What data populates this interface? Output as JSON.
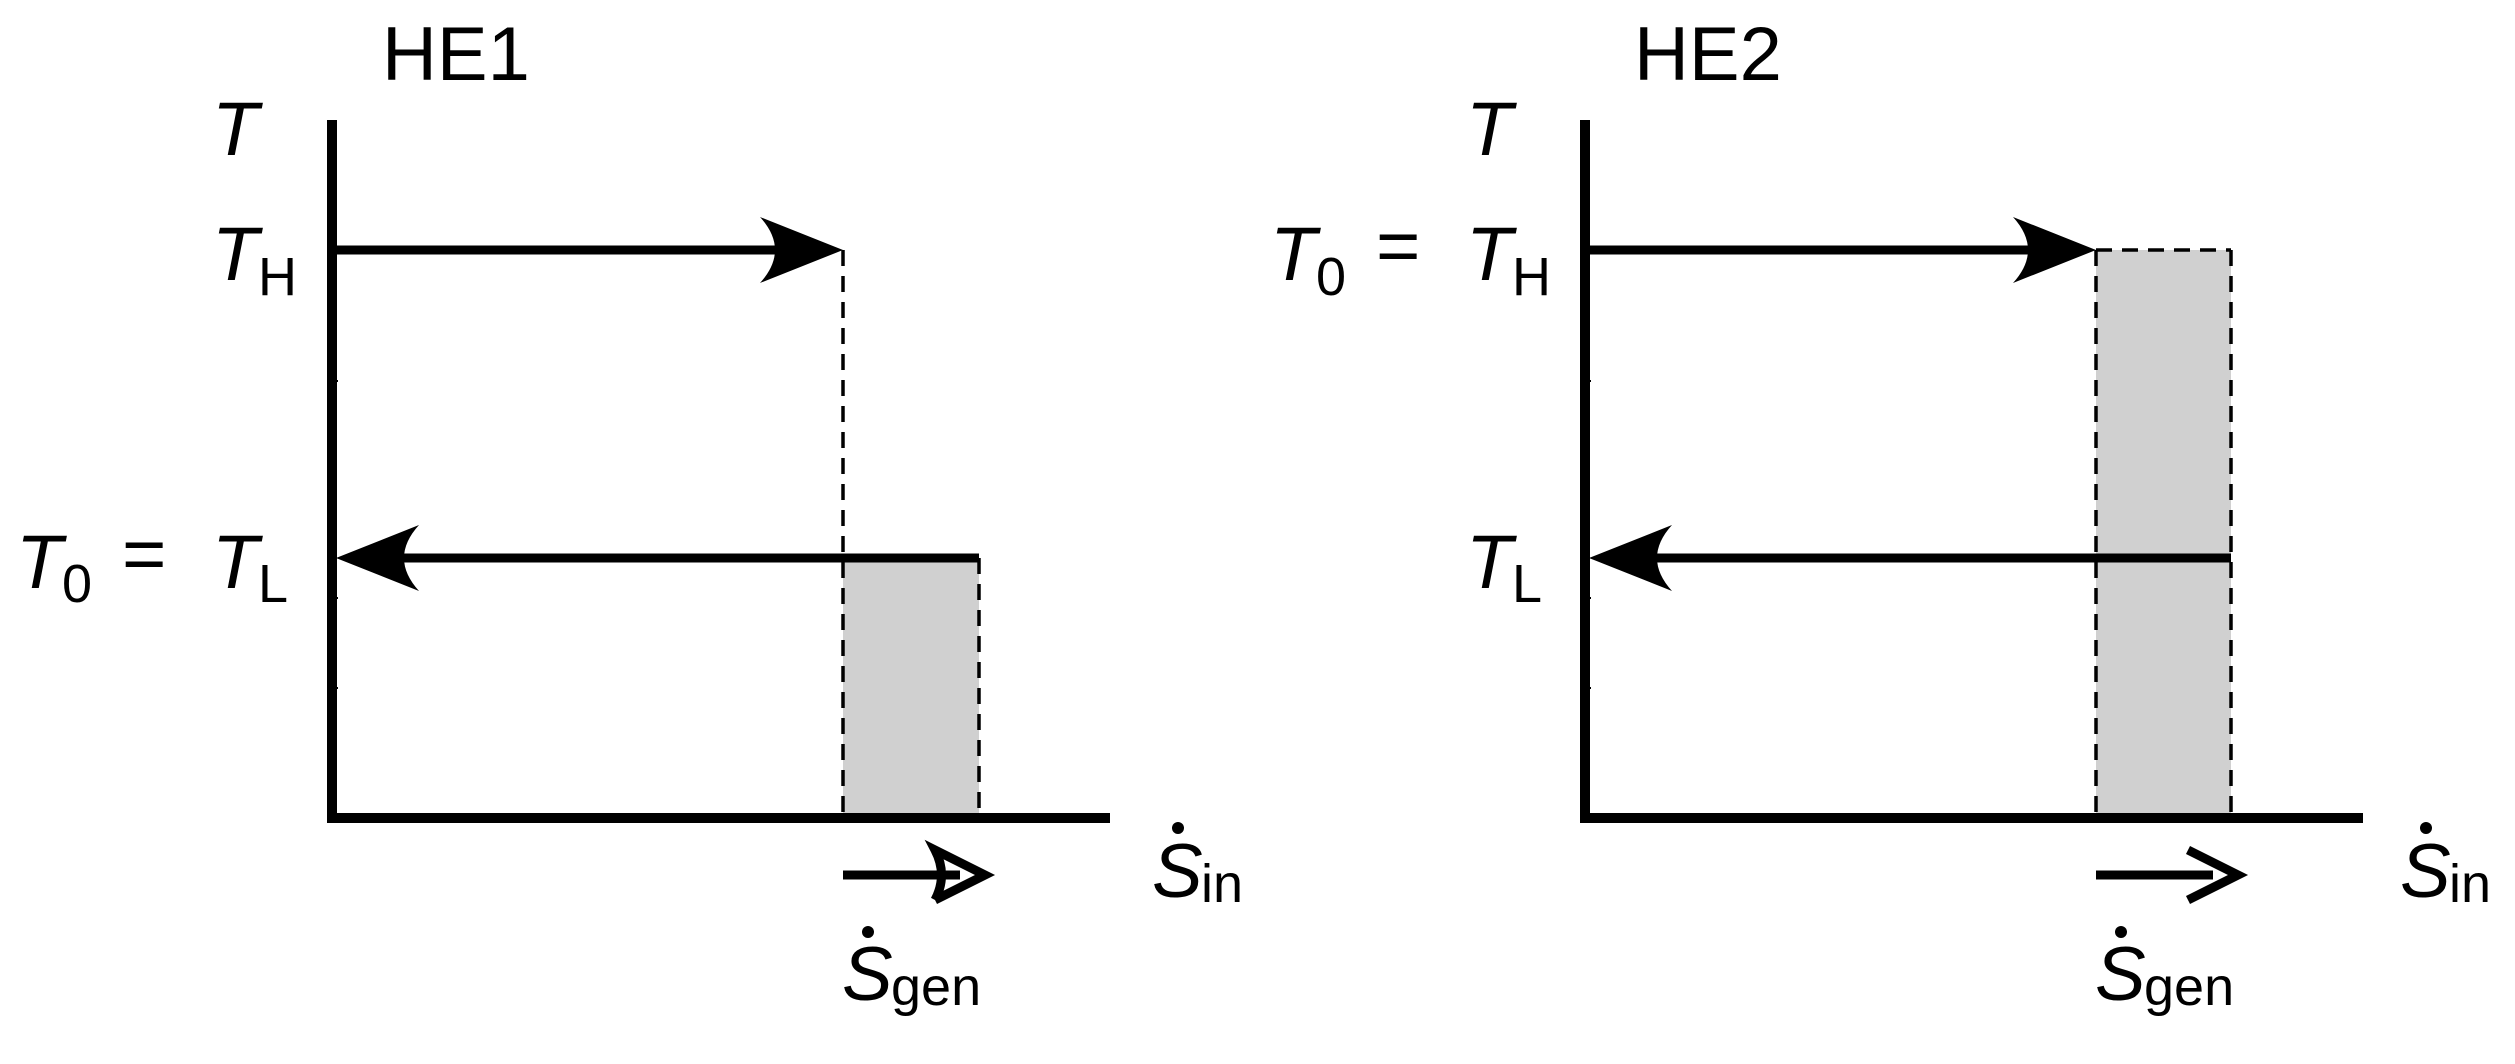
{
  "colors": {
    "line": "#000000",
    "shade": "#d0d0d0",
    "background": "#ffffff"
  },
  "panels": [
    {
      "title": "HE1",
      "y_axis_symbol": "T",
      "x_axis_symbol": "S",
      "x_axis_subscript": "in",
      "gen_symbol": "S",
      "gen_subscript": "gen",
      "upper_label": {
        "prefix_symbol": "",
        "prefix_subscript": "",
        "equals": "",
        "symbol": "T",
        "subscript": "H"
      },
      "lower_label": {
        "prefix_symbol": "T",
        "prefix_subscript": "0",
        "equals": "=",
        "symbol": "T",
        "subscript": "L"
      }
    },
    {
      "title": "HE2",
      "y_axis_symbol": "T",
      "x_axis_symbol": "S",
      "x_axis_subscript": "in",
      "gen_symbol": "S",
      "gen_subscript": "gen",
      "upper_label": {
        "prefix_symbol": "T",
        "prefix_subscript": "0",
        "equals": "=",
        "symbol": "T",
        "subscript": "H"
      },
      "lower_label": {
        "prefix_symbol": "",
        "prefix_subscript": "",
        "equals": "",
        "symbol": "T",
        "subscript": "L"
      }
    }
  ]
}
